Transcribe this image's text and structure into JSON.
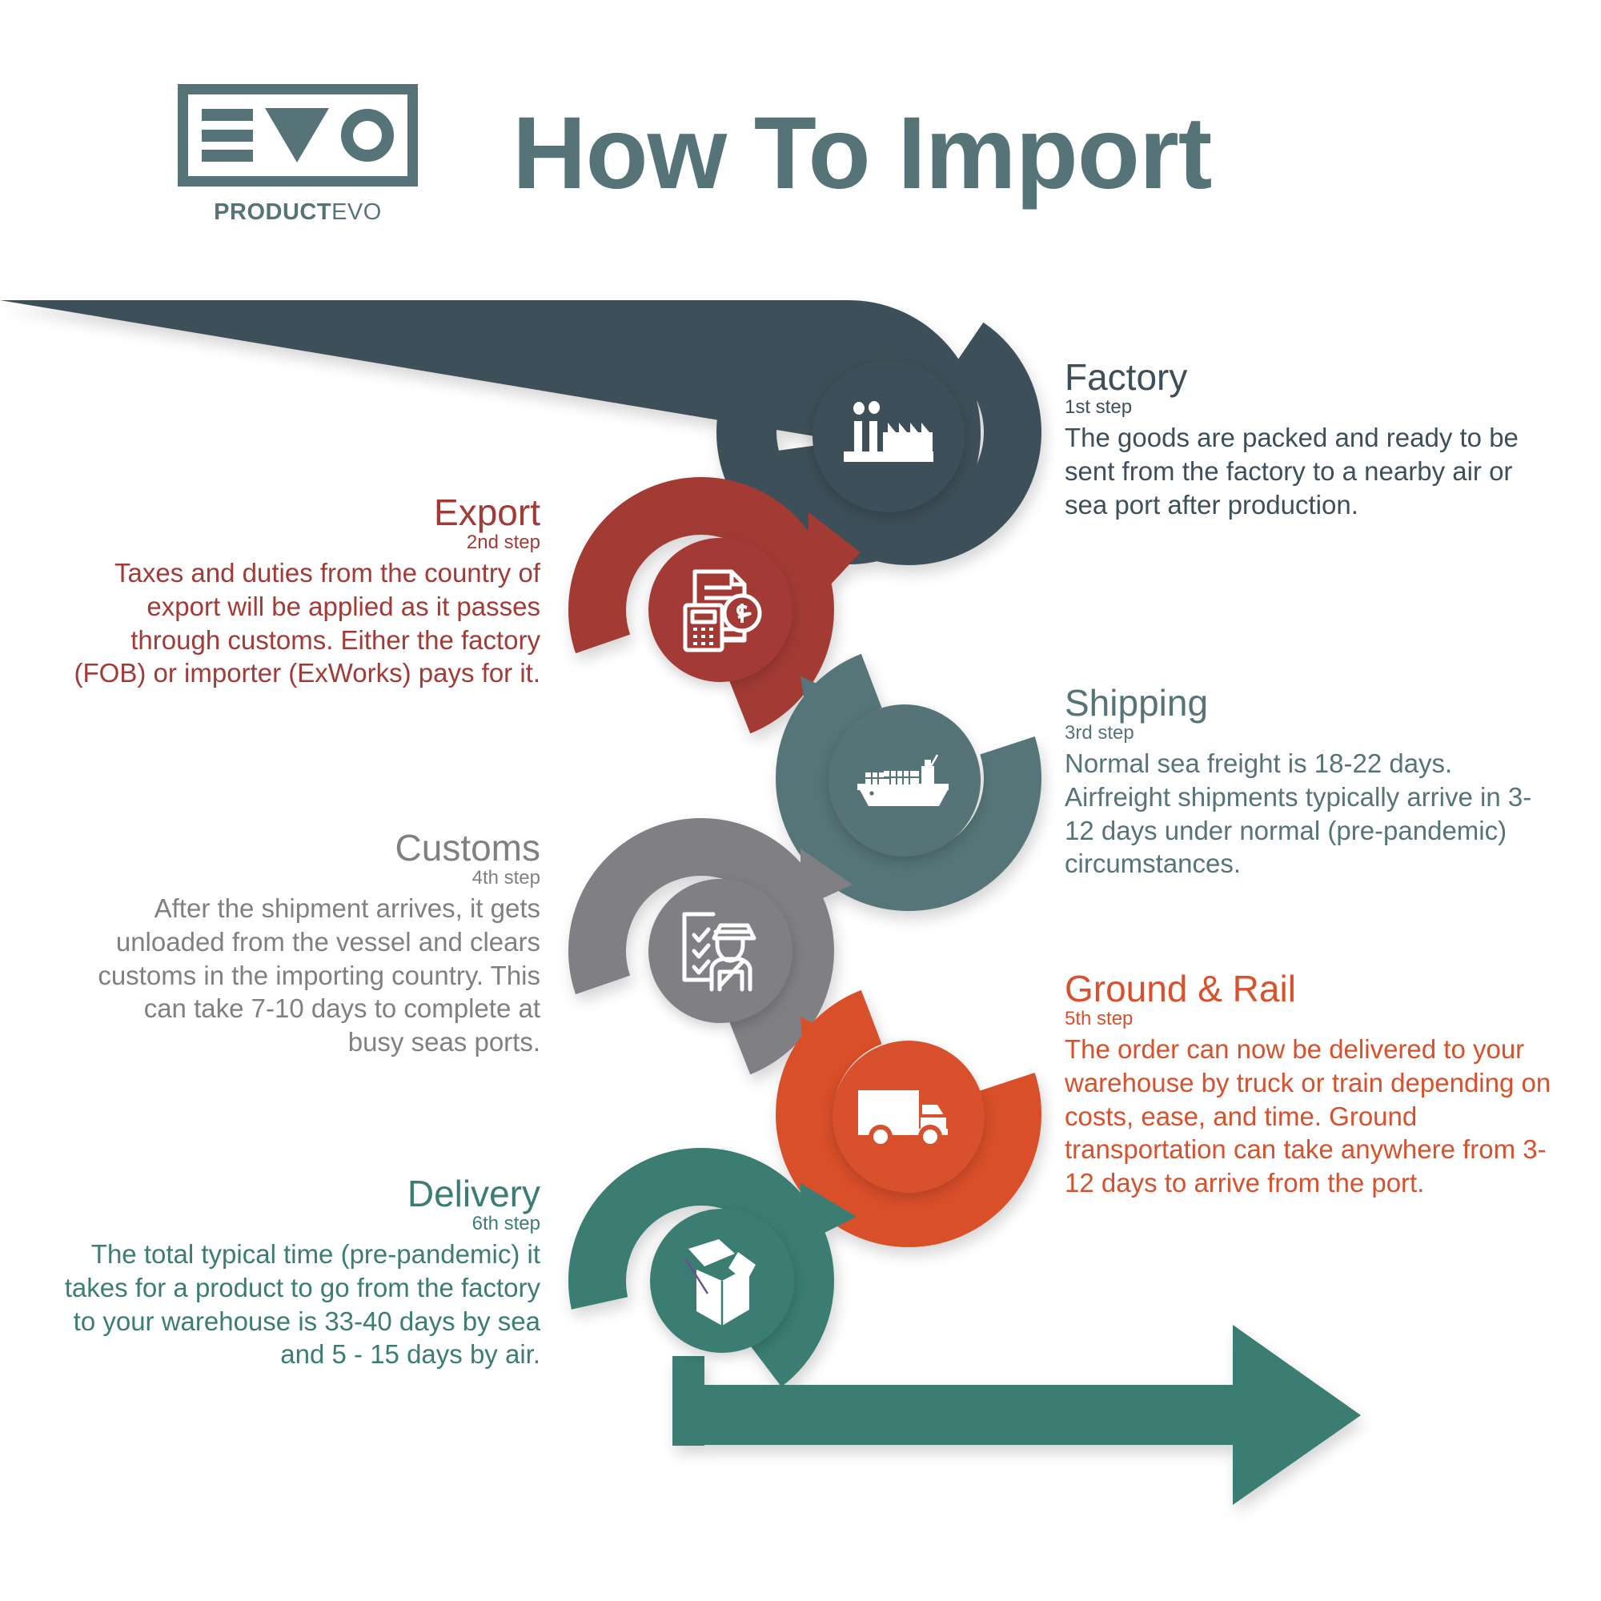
{
  "header": {
    "title": "How To Import",
    "logo": {
      "mark_letters": [
        "E",
        "V",
        "O"
      ],
      "wordmark_bold": "PRODUCT",
      "wordmark_light": "EVO"
    }
  },
  "colors": {
    "factory": "#3d4f59",
    "export": "#a33a36",
    "shipping": "#567478",
    "customs": "#808084",
    "ground": "#d9502c",
    "delivery": "#3b7d73",
    "title": "#567478",
    "background": "#ffffff"
  },
  "steps": [
    {
      "id": "factory",
      "title": "Factory",
      "step_label": "1st step",
      "body": "The goods are packed and ready to be sent from the factory to a nearby air or sea port after production.",
      "color": "#3d4f59",
      "icon": "factory-icon",
      "align": "left"
    },
    {
      "id": "export",
      "title": "Export",
      "step_label": "2nd step",
      "body": "Taxes and duties from the country of export will be applied as it passes through customs. Either the factory (FOB) or importer (ExWorks) pays for it.",
      "color": "#a33a36",
      "icon": "invoice-calculator-icon",
      "align": "right"
    },
    {
      "id": "shipping",
      "title": "Shipping",
      "step_label": "3rd step",
      "body": "Normal sea freight is 18-22 days. Airfreight shipments typically arrive in 3-12 days under normal (pre-pandemic) circumstances.",
      "color": "#567478",
      "icon": "container-ship-icon",
      "align": "left"
    },
    {
      "id": "customs",
      "title": "Customs",
      "step_label": "4th step",
      "body": "After the shipment arrives, it gets unloaded from the vessel and clears customs in the importing country. This can take 7-10 days to complete at busy seas ports.",
      "color": "#808084",
      "icon": "customs-officer-icon",
      "align": "right"
    },
    {
      "id": "ground",
      "title": "Ground & Rail",
      "step_label": "5th step",
      "body": "The order can now be delivered to your warehouse by truck or train depending on costs, ease, and time. Ground transportation can take anywhere from 3-12 days to arrive from the port.",
      "color": "#d9502c",
      "icon": "delivery-truck-icon",
      "align": "left"
    },
    {
      "id": "delivery",
      "title": "Delivery",
      "step_label": "6th step",
      "body": "The total typical time (pre-pandemic) it takes for a product to go from the factory to your warehouse is 33-40 days by sea and 5 - 15 days by air.",
      "color": "#3b7d73",
      "icon": "open-box-icon",
      "align": "right"
    }
  ]
}
